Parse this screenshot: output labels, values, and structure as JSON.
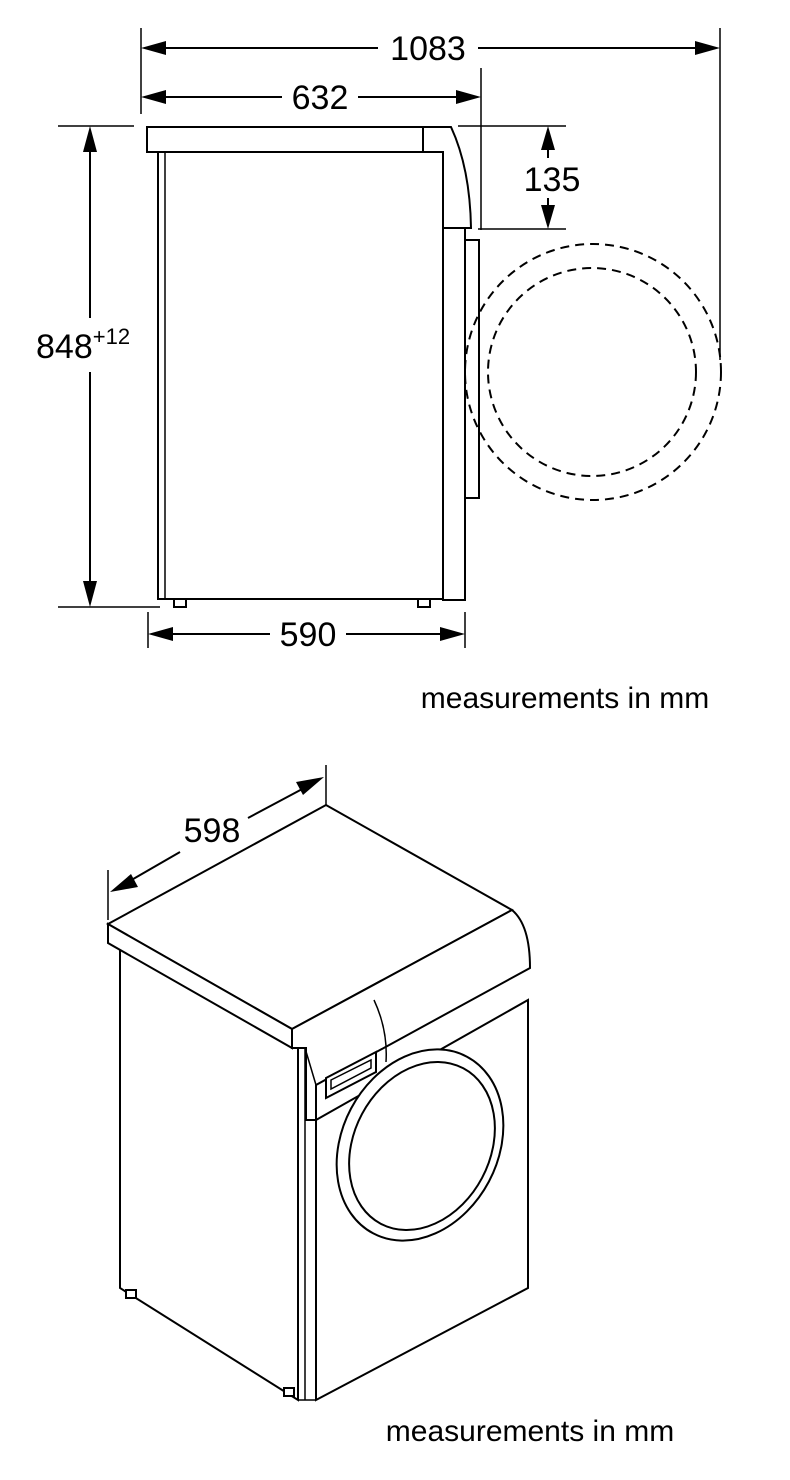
{
  "side_view": {
    "depth_door_open": "1083",
    "depth_top": "632",
    "depth_body": "590",
    "panel_height": "135",
    "height": "848",
    "height_tolerance": "+12",
    "caption": "measurements in mm"
  },
  "iso_view": {
    "width": "598",
    "caption": "measurements in mm"
  }
}
